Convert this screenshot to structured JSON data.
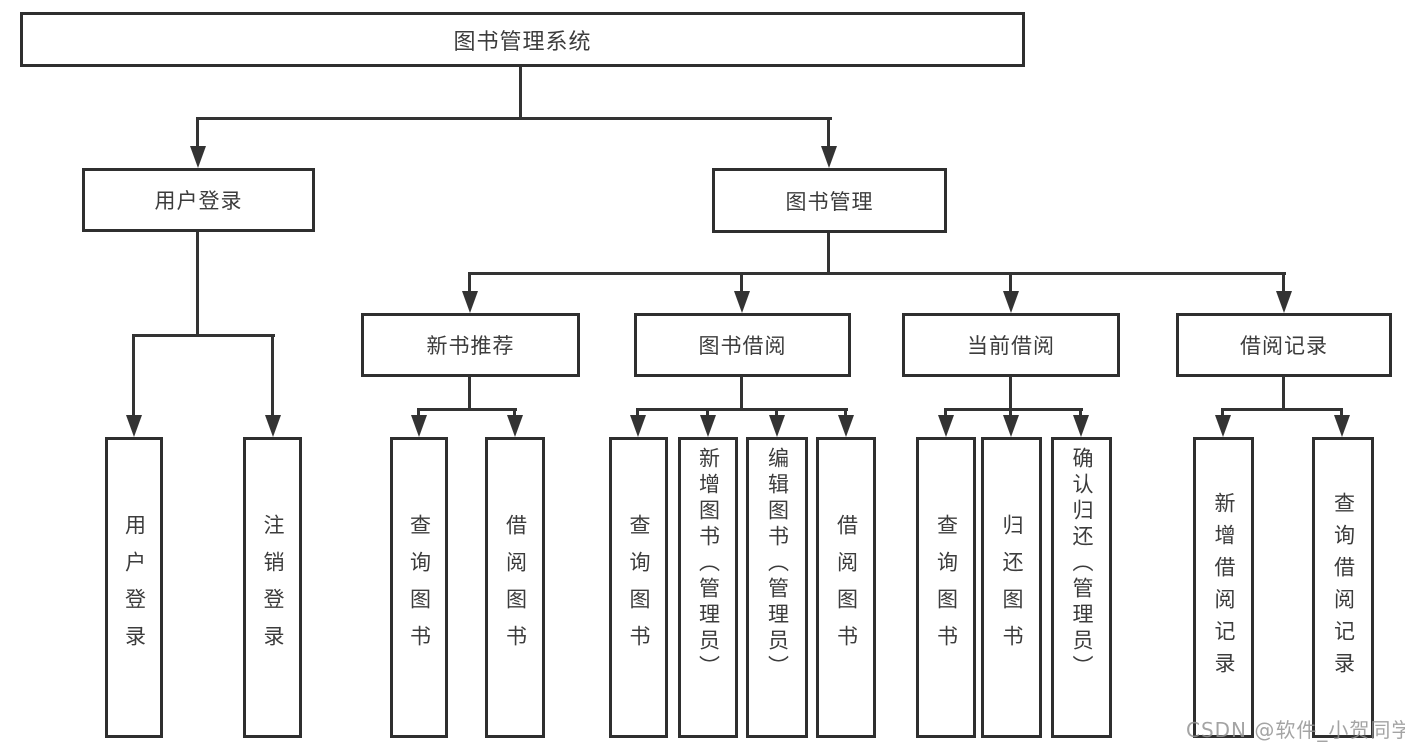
{
  "diagram": {
    "root": {
      "label": "图书管理系统"
    },
    "level2": [
      {
        "label": "用户登录"
      },
      {
        "label": "图书管理"
      }
    ],
    "level3": [
      {
        "label": "新书推荐"
      },
      {
        "label": "图书借阅"
      },
      {
        "label": "当前借阅"
      },
      {
        "label": "借阅记录"
      }
    ],
    "leaves": {
      "user_login": [
        "用户登录",
        "注销登录"
      ],
      "new_book": [
        "查询图书",
        "借阅图书"
      ],
      "book_borrow": [
        "查询图书",
        "新增图书（管理员）",
        "编辑图书（管理员）",
        "借阅图书"
      ],
      "current_borrow": [
        "查询图书",
        "归还图书",
        "确认归还（管理员）"
      ],
      "borrow_record": [
        "新增借阅记录",
        "查询借阅记录"
      ]
    },
    "line_color": "#333333",
    "text_color": "#3c3c3c"
  },
  "watermark": {
    "text": "CSDN @软件_小贺同学"
  }
}
